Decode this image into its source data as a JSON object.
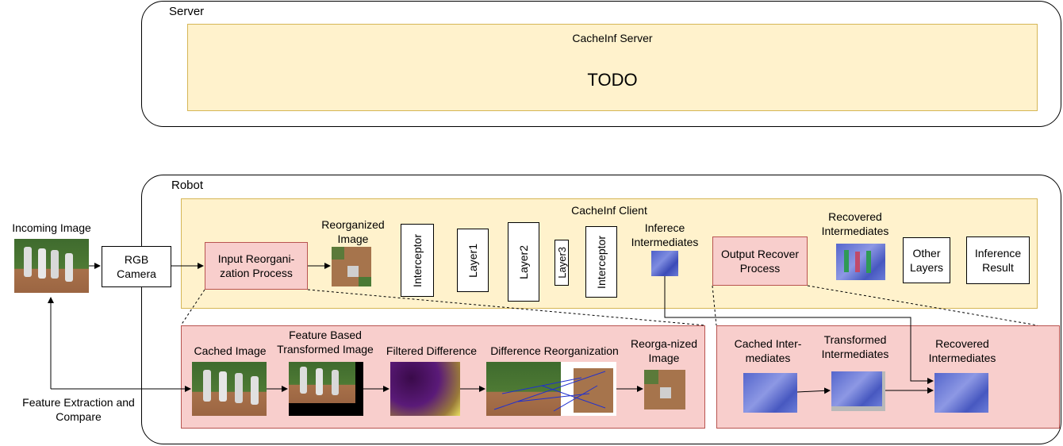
{
  "server": {
    "label": "Server",
    "module_title": "CacheInf Server",
    "todo": "TODO"
  },
  "robot": {
    "label": "Robot",
    "client_title": "CacheInf Client",
    "incoming_image": "Incoming Image",
    "rgb_camera": "RGB Camera",
    "input_reorg": "Input Reorgani-zation Process",
    "reorganized_image": "Reorganized Image",
    "interceptor": "Interceptor",
    "layer1": "Layer1",
    "layer2": "Layer2",
    "layer3": "Layer3",
    "inferece_intermediates": "Inferece Intermediates",
    "output_recover": "Output Recover Process",
    "recovered_intermediates_top": "Recovered Intermediates",
    "other_layers": "Other Layers",
    "inference_result": "Inference Result",
    "feature_extraction": "Feature Extraction and Compare",
    "detail_left": {
      "cached_image": "Cached Image",
      "feature_based": "Feature Based Transformed Image",
      "filtered_difference": "Filtered Difference",
      "difference_reorganization": "Difference Reorganization",
      "reorganized_image": "Reorga-nized Image"
    },
    "detail_right": {
      "cached_intermediates": "Cached Inter-mediates",
      "transformed_intermediates": "Transformed Intermediates",
      "recovered_intermediates": "Recovered Intermediates"
    }
  },
  "colors": {
    "yellow_fill": "#fff2cc",
    "yellow_stroke": "#d6b656",
    "pink_fill": "#f8cecc",
    "pink_stroke": "#b85450"
  }
}
